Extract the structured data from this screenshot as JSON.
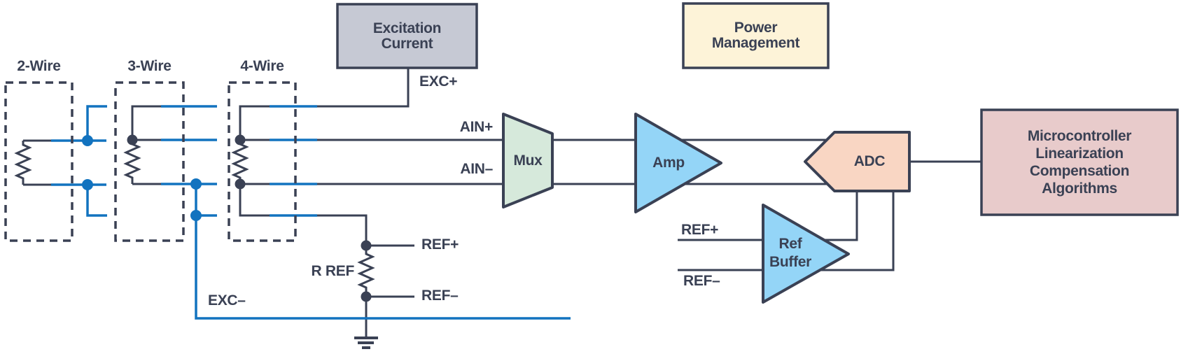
{
  "sensors": {
    "two_wire": "2-Wire",
    "three_wire": "3-Wire",
    "four_wire": "4-Wire"
  },
  "blocks": {
    "excitation": {
      "line1": "Excitation",
      "line2": "Current"
    },
    "power": {
      "line1": "Power",
      "line2": "Management"
    },
    "mux": {
      "label": "Mux"
    },
    "amp": {
      "label": "Amp"
    },
    "adc": {
      "label": "ADC"
    },
    "ref_buffer": {
      "line1": "Ref",
      "line2": "Buffer"
    },
    "mcu": {
      "line1": "Microcontroller",
      "line2": "Linearization",
      "line3": "Compensation",
      "line4": "Algorithms"
    }
  },
  "signals": {
    "exc_plus": "EXC+",
    "exc_minus": "EXC–",
    "ain_plus": "AIN+",
    "ain_minus": "AIN–",
    "ref_plus": "REF+",
    "ref_minus": "REF–",
    "r_ref": "R REF",
    "ref_buffer_in_plus": "REF+",
    "ref_buffer_in_minus": "REF–"
  },
  "colors": {
    "ink": "#3a4154",
    "wire_blue": "#1273bf",
    "excitation_fill": "#c6c9d4",
    "power_fill": "#fdf3d8",
    "mux_fill": "#d6e9db",
    "amp_fill": "#94d5f7",
    "adc_fill": "#f9d6c3",
    "ref_buffer_fill": "#94d5f7",
    "mcu_fill": "#e8cbcb"
  }
}
